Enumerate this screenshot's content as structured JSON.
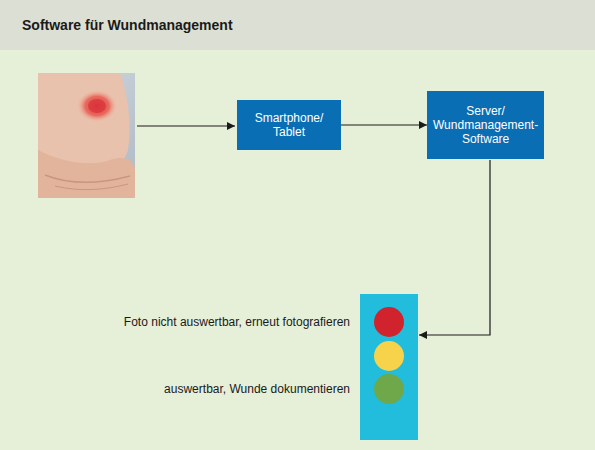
{
  "diagram": {
    "title": "Software für Wundmanagement",
    "nodes": [
      {
        "text": [
          "Smartphone/ Tablet"
        ]
      },
      {
        "text": [
          "Server/ Wundmanagement- Software"
        ]
      }
    ],
    "edges": [
      {
        "from": 0,
        "to": 1,
        "arrow": "to"
      }
    ],
    "labels": [
      "Foto nicht auswertbar, erneut fotografieren",
      "auswertbar, Wunde dokumentieren"
    ]
  }
}
